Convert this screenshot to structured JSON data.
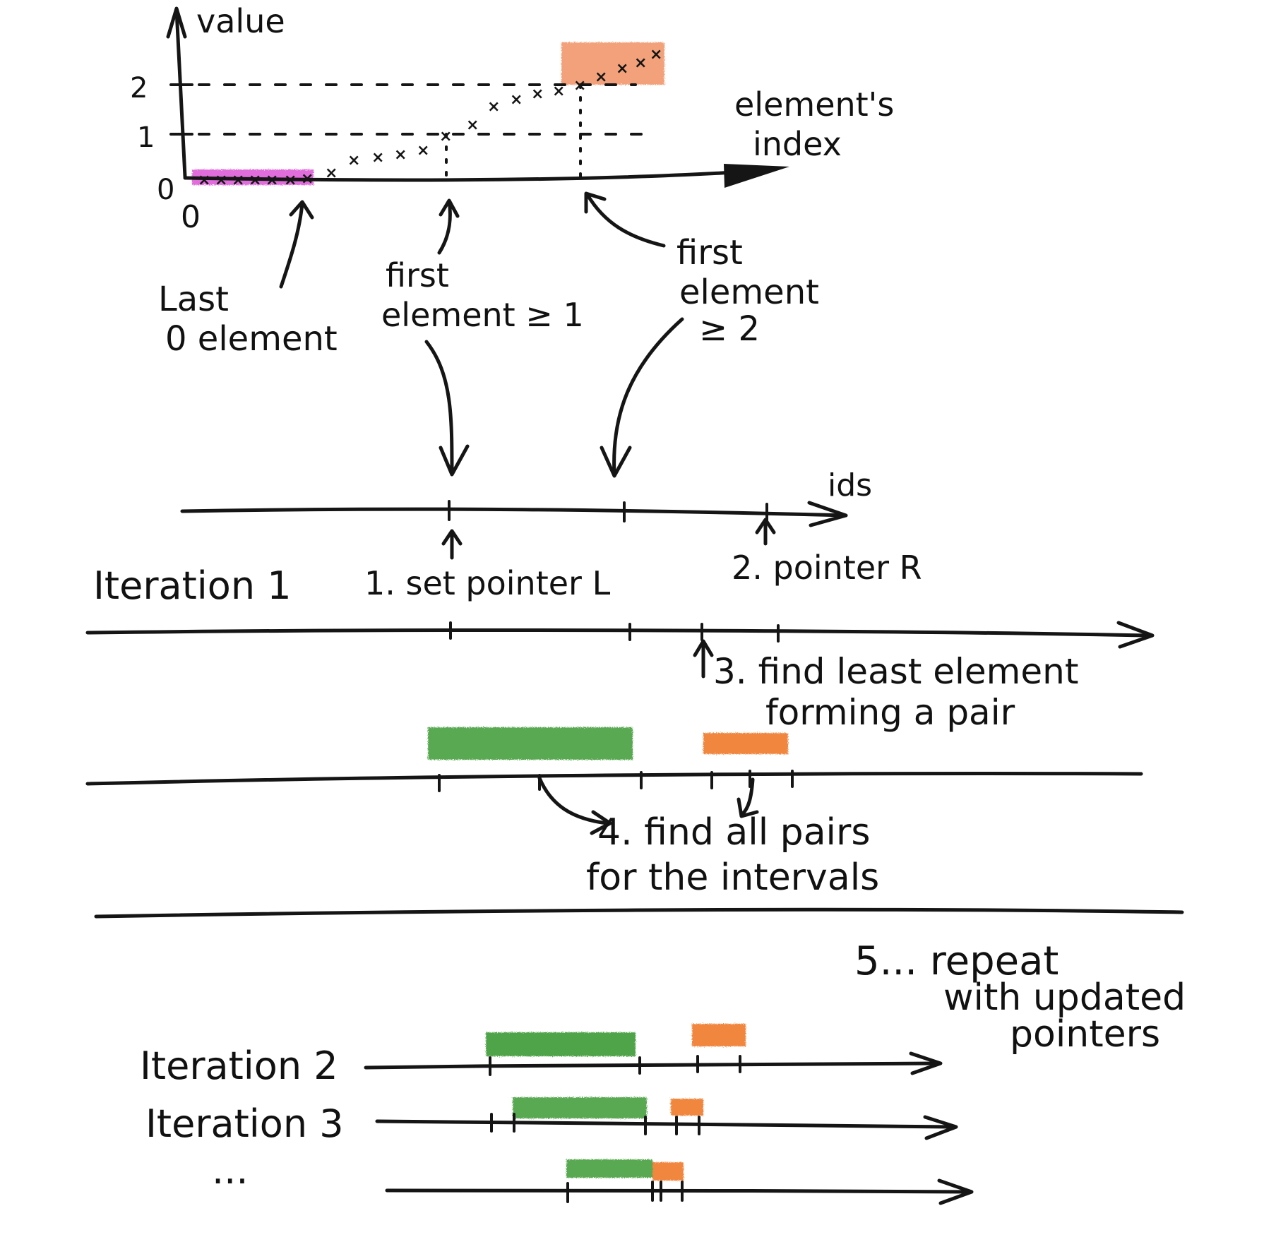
{
  "top_plot": {
    "y_axis_label": "value",
    "x_axis_label_line1": "element's",
    "x_axis_label_line2": "index",
    "y_ticks": [
      "0",
      "1",
      "2"
    ],
    "x_origin_label": "0",
    "label_last_zero_line1": "Last",
    "label_last_zero_line2": "0 element",
    "label_first_ge1_line1": "first",
    "label_first_ge1_line2": "element ≥ 1",
    "label_first_ge2_line1": "first",
    "label_first_ge2_line2": "element",
    "label_first_ge2_line3": "≥ 2",
    "highlight_zero_color": "#d63cd0",
    "highlight_top_color": "#f08a5a"
  },
  "ids_line": {
    "axis_label": "ids",
    "pointer_l_label": "1. set pointer L",
    "pointer_r_label": "2. pointer R"
  },
  "iteration1": {
    "label": "Iteration 1",
    "step3_line1": "3. find least element",
    "step3_line2": "forming a pair",
    "step4_line1": "4. find all pairs",
    "step4_line2": "for the intervals",
    "green_color": "#3c9a35",
    "orange_color": "#f07a2a"
  },
  "repeat_note": {
    "line1": "5... repeat",
    "line2": "with updated",
    "line3": "pointers"
  },
  "iteration2": {
    "label": "Iteration 2"
  },
  "iteration3": {
    "label": "Iteration 3"
  },
  "more": {
    "label": "..."
  }
}
